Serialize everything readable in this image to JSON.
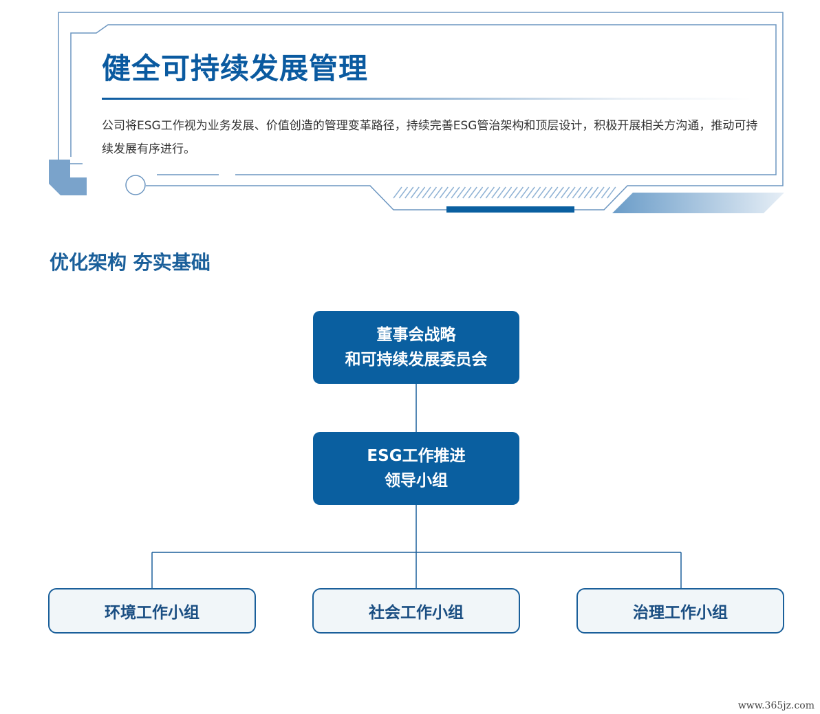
{
  "header": {
    "title": "健全可持续发展管理",
    "description": "公司将ESG工作视为业务发展、价值创造的管理变革路径，持续完善ESG管治架构和顶层设计，积极开展相关方沟通，推动可持续发展有序进行。"
  },
  "section": {
    "title": "优化架构 夯实基础"
  },
  "org_chart": {
    "top": {
      "line1": "董事会战略",
      "line2": "和可持续发展委员会"
    },
    "middle": {
      "line1": "ESG工作推进",
      "line2": "领导小组"
    },
    "groups": [
      {
        "label": "环境工作小组"
      },
      {
        "label": "社会工作小组"
      },
      {
        "label": "治理工作小组"
      }
    ]
  },
  "watermark": "www.365jz.com",
  "colors": {
    "primary": "#0a5fa0",
    "title": "#0a5aa0",
    "light_box_bg": "#f1f6f9",
    "frame_line": "#5d8fbe"
  }
}
